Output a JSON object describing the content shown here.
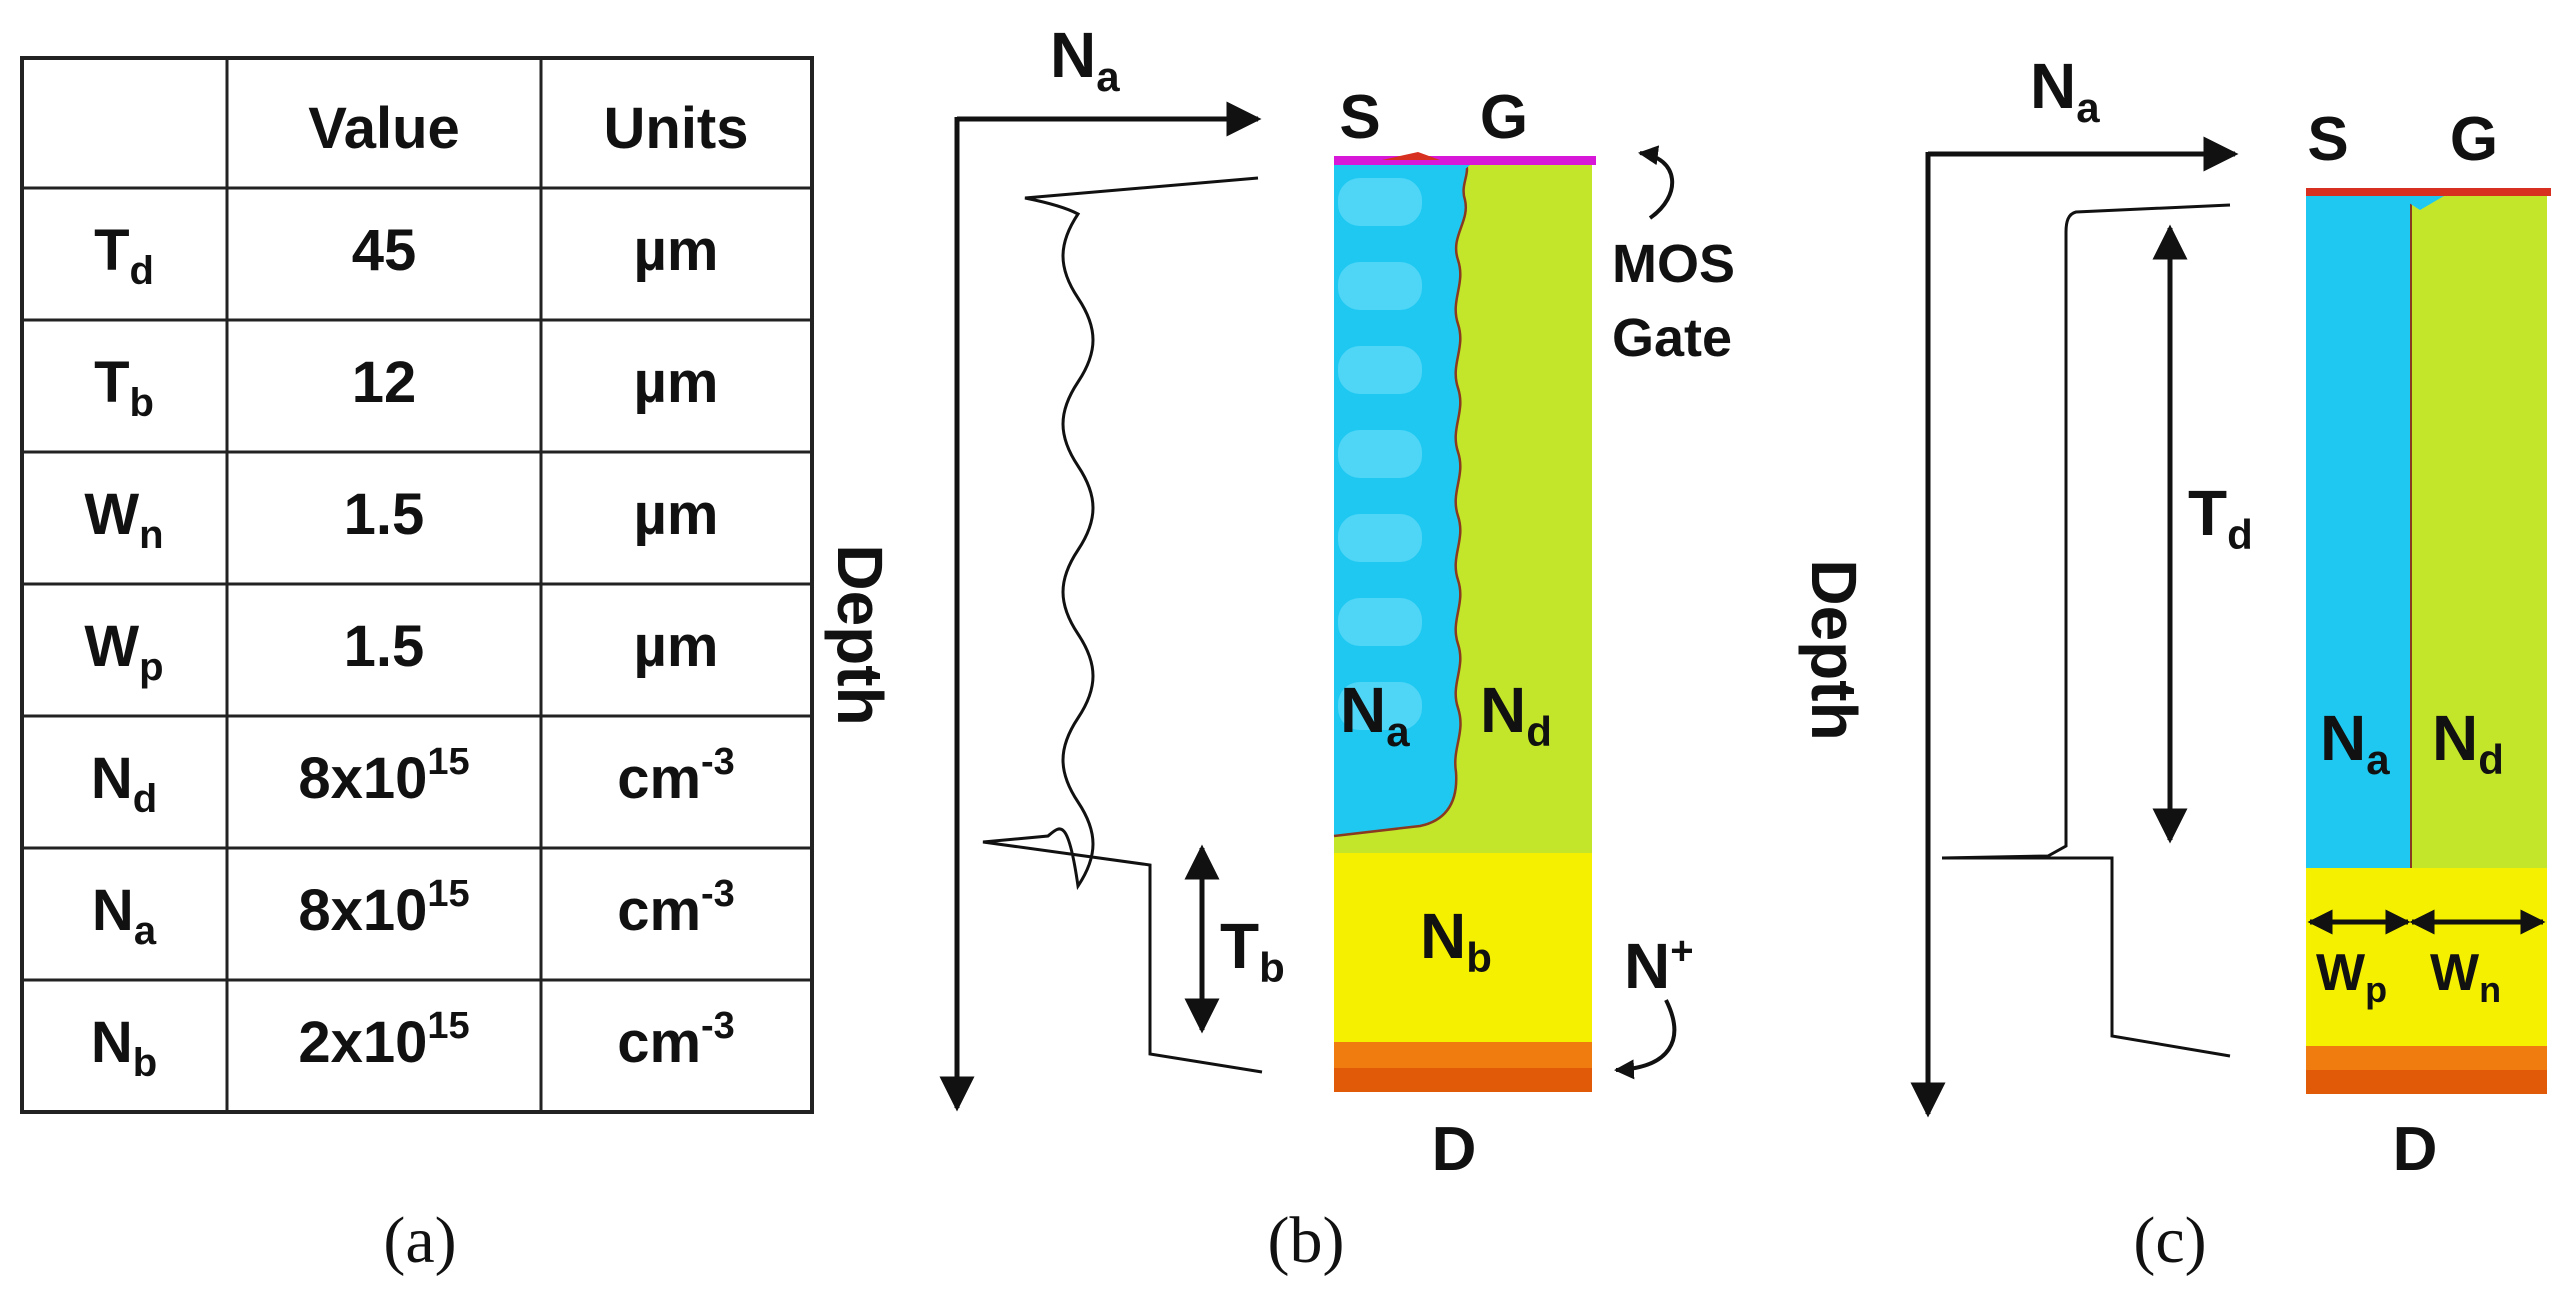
{
  "table": {
    "headers": [
      "",
      "Value",
      "Units"
    ],
    "rows": [
      {
        "param": "T",
        "sub": "d",
        "value": "45",
        "units": "µm"
      },
      {
        "param": "T",
        "sub": "b",
        "value": "12",
        "units": "µm"
      },
      {
        "param": "W",
        "sub": "n",
        "value": "1.5",
        "units": "µm"
      },
      {
        "param": "W",
        "sub": "p",
        "value": "1.5",
        "units": "µm"
      },
      {
        "param": "N",
        "sub": "d",
        "value": "8x10",
        "sup": "15",
        "units": "cm",
        "units_sup": "-3"
      },
      {
        "param": "N",
        "sub": "a",
        "value": "8x10",
        "sup": "15",
        "units": "cm",
        "units_sup": "-3"
      },
      {
        "param": "N",
        "sub": "b",
        "value": "2x10",
        "sup": "15",
        "units": "cm",
        "units_sup": "-3"
      }
    ]
  },
  "panel_b": {
    "axis_label": {
      "main": "N",
      "sub": "a"
    },
    "depth_label": "Depth",
    "terminal_s": "S",
    "terminal_g": "G",
    "terminal_d": "D",
    "gate_note_line1": "MOS",
    "gate_note_line2": "Gate",
    "region_na": {
      "main": "N",
      "sub": "a"
    },
    "region_nd": {
      "main": "N",
      "sub": "d"
    },
    "region_nb": {
      "main": "N",
      "sub": "b"
    },
    "tb_label": {
      "main": "T",
      "sub": "b"
    },
    "nplus_label": {
      "main": "N",
      "sup": "+"
    }
  },
  "panel_c": {
    "axis_label": {
      "main": "N",
      "sub": "a"
    },
    "depth_label": "Depth",
    "terminal_s": "S",
    "terminal_g": "G",
    "terminal_d": "D",
    "td_label": {
      "main": "T",
      "sub": "d"
    },
    "region_na": {
      "main": "N",
      "sub": "a"
    },
    "region_nd": {
      "main": "N",
      "sub": "d"
    },
    "wp_label": {
      "main": "W",
      "sub": "p"
    },
    "wn_label": {
      "main": "W",
      "sub": "n"
    }
  },
  "captions": {
    "a": "(a)",
    "b": "(b)",
    "c": "(c)"
  },
  "colors": {
    "p_pillar": "#1ec8f0",
    "p_bubble": "#58d8f8",
    "n_pillar": "#c4e62a",
    "buffer": "#f5f000",
    "substrate_orange": "#f07c10",
    "substrate_dark": "#e05a08",
    "gate_magenta": "#d818d8",
    "gate_red": "#d83020"
  }
}
